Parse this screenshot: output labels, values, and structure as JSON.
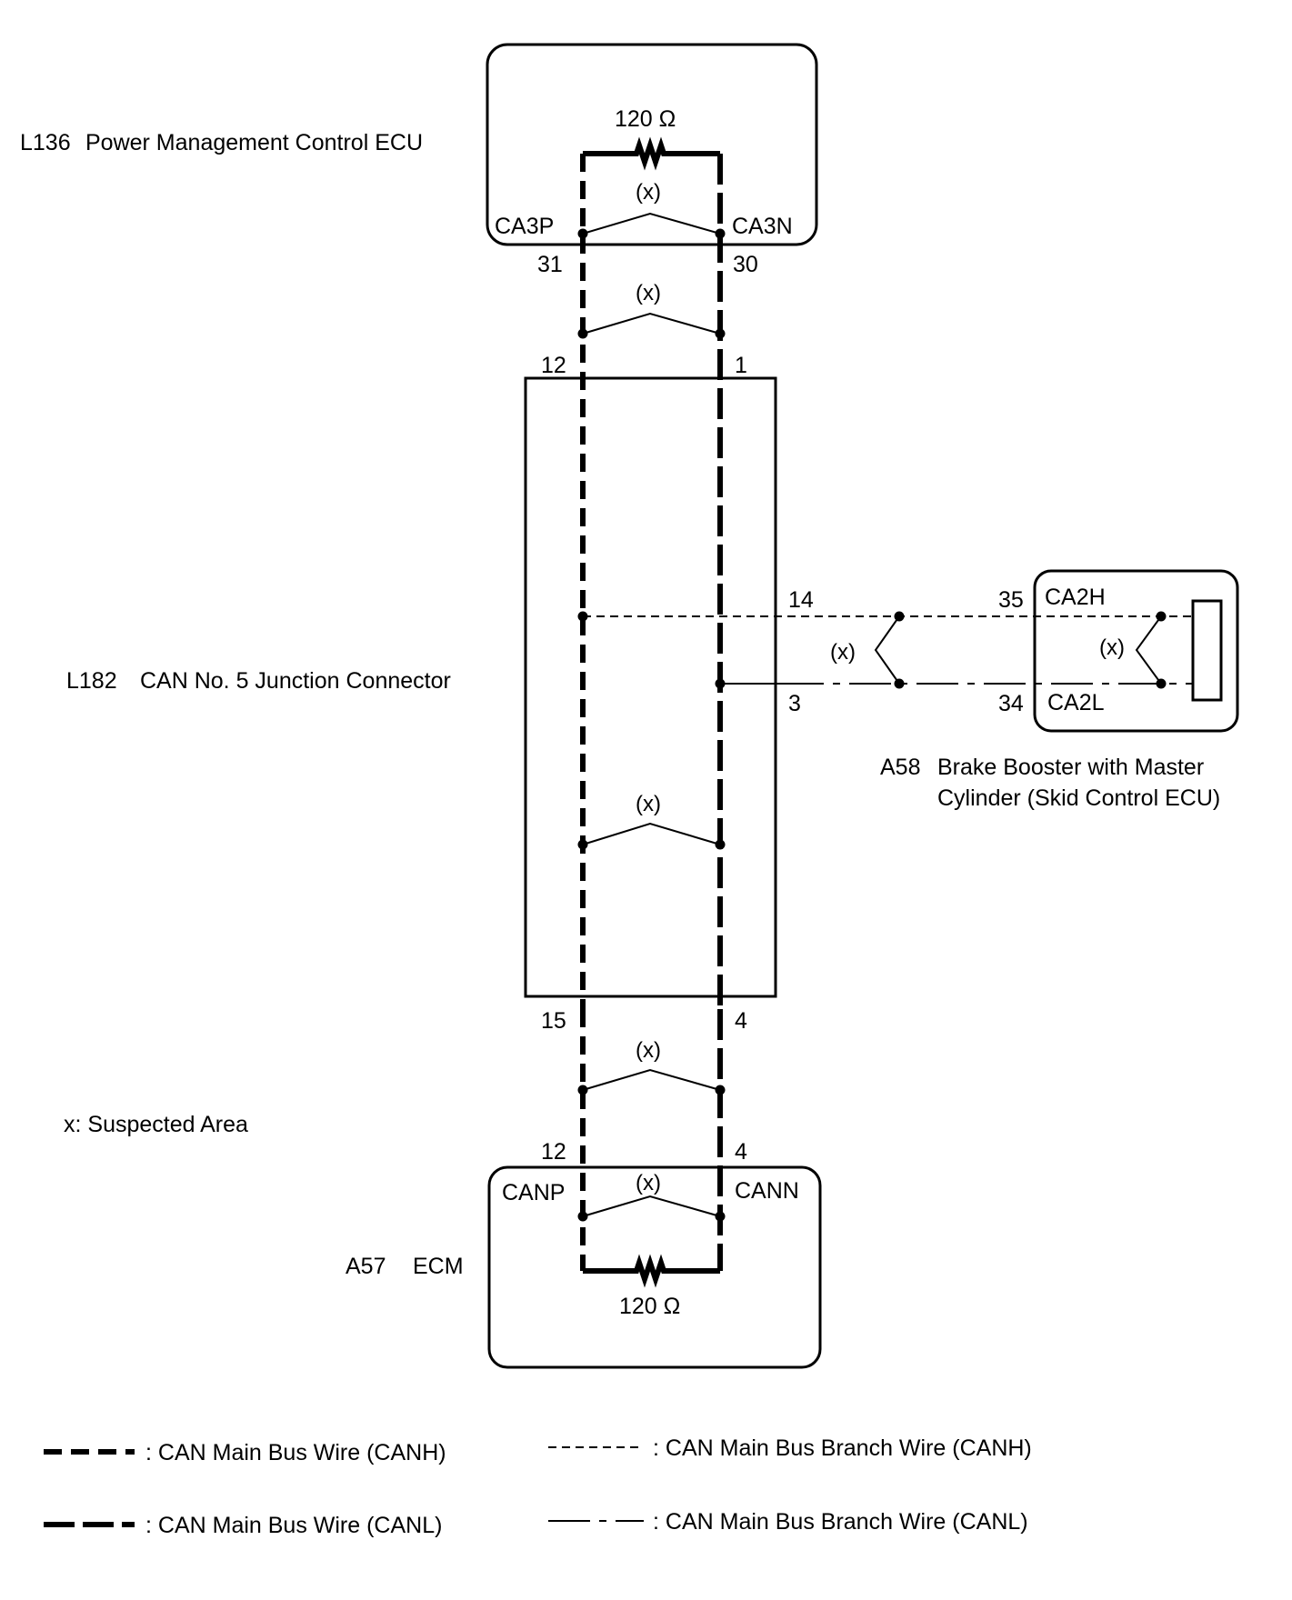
{
  "components": {
    "pmc_ecu": {
      "code": "L136",
      "name": "Power Management Control ECU",
      "resistor": "120 Ω",
      "pin_canh_name": "CA3P",
      "pin_canl_name": "CA3N",
      "pin_canh_no": "31",
      "pin_canl_no": "30"
    },
    "junction": {
      "code": "L182",
      "name": "CAN No. 5 Junction Connector",
      "pin_top_h": "12",
      "pin_top_l": "1",
      "pin_bottom_h": "15",
      "pin_bottom_l": "4",
      "pin_branch_h": "14",
      "pin_branch_l": "3"
    },
    "brake": {
      "code": "A58",
      "name_line1": "Brake Booster with Master",
      "name_line2": "Cylinder (Skid Control ECU)",
      "pin_h_no": "35",
      "pin_l_no": "34",
      "pin_h_name": "CA2H",
      "pin_l_name": "CA2L"
    },
    "ecm": {
      "code": "A57",
      "name": "ECM",
      "pin_h_no": "12",
      "pin_l_no": "4",
      "pin_h_name": "CANP",
      "pin_l_name": "CANN",
      "resistor": "120 Ω"
    }
  },
  "suspect_marker": "(x)",
  "suspect_note": "x: Suspected Area",
  "legend": {
    "main_h": ": CAN Main Bus Wire (CANH)",
    "main_l": ": CAN Main Bus Wire (CANL)",
    "branch_h": ": CAN Main Bus Branch Wire (CANH)",
    "branch_l": ": CAN Main Bus Branch Wire (CANL)"
  }
}
